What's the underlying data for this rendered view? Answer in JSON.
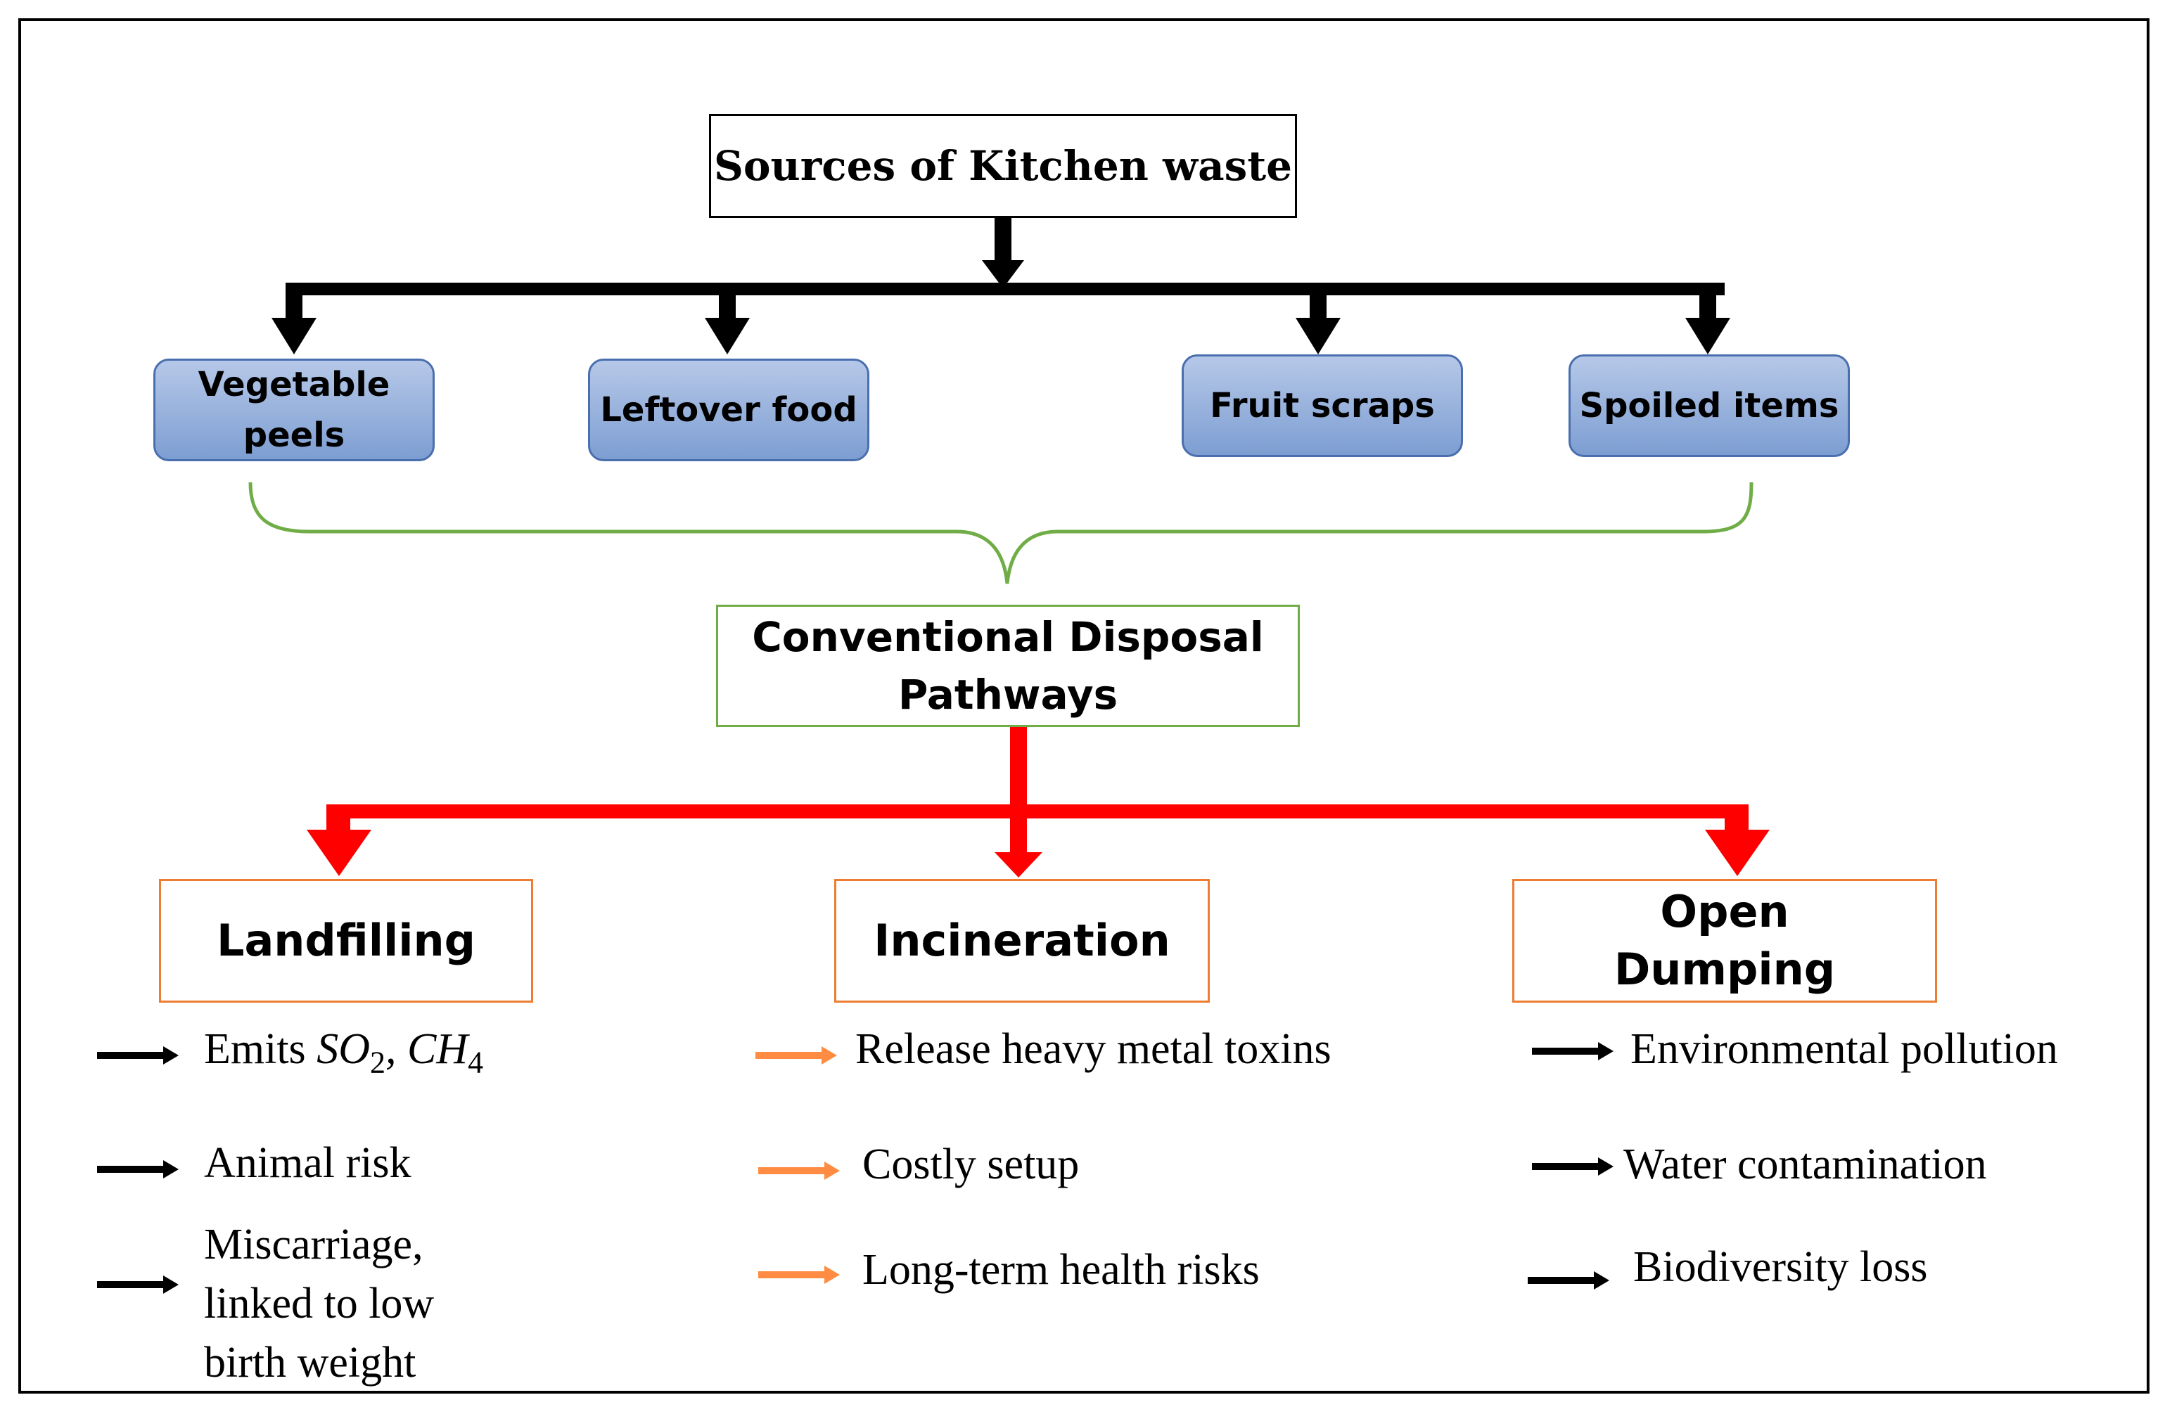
{
  "source": {
    "title": "Sources of Kitchen waste"
  },
  "sources": [
    {
      "label": "Vegetable peels"
    },
    {
      "label": "Leftover food"
    },
    {
      "label": "Fruit scraps"
    },
    {
      "label": "Spoiled items"
    }
  ],
  "disposal": {
    "title": "Conventional Disposal Pathways"
  },
  "pathways": [
    {
      "label": "Landfilling",
      "effects": [
        {
          "text": "Emits ",
          "formula": [
            "SO",
            "2",
            ", CH",
            "4"
          ]
        },
        {
          "text": "Animal risk"
        },
        {
          "lines": [
            "Miscarriage,",
            "linked to low",
            "birth weight"
          ]
        }
      ]
    },
    {
      "label": "Incineration",
      "effects": [
        {
          "text": "Release heavy metal toxins"
        },
        {
          "text": "Costly setup"
        },
        {
          "text": "Long-term health risks"
        }
      ]
    },
    {
      "label": "Open Dumping",
      "effects": [
        {
          "text": "Environmental pollution"
        },
        {
          "text": "Water contamination"
        },
        {
          "text": "Biodiversity loss"
        }
      ]
    }
  ],
  "colors": {
    "source_arrows": "#000000",
    "category_fill": "#8eaadb",
    "category_border": "#4a6fae",
    "brace": "#70ad47",
    "disposal_border": "#70ad47",
    "pathway_arrows": "#ff0000",
    "pathway_border": "#ed7d31",
    "landfill_bullets": "#000000",
    "incineration_bullets": "#ff8c42",
    "dumping_bullets": "#000000"
  }
}
